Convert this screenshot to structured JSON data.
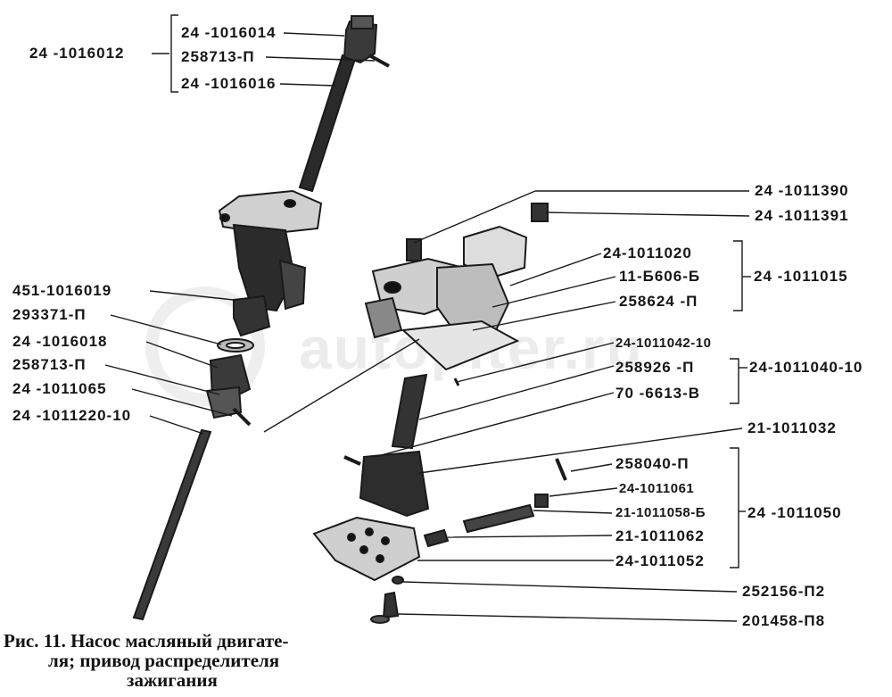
{
  "watermark": "autopiter.ru",
  "caption": {
    "line1": "Рис. 11. Насос масляный двигате-",
    "line2": "ля; привод распределителя",
    "line3": "зажигания"
  },
  "labels": {
    "g1": "24 -1016012",
    "a1": "24 -1016014",
    "a2": "258713-П",
    "a3": "24 -1016016",
    "b1": "451-1016019",
    "b2": "293371-П",
    "b3": "24 -1016018",
    "b4": "258713-П",
    "b5": "24 -1011065",
    "b6": "24 -1011220-10",
    "c1": "24 -1011390",
    "c2": "24 -1011391",
    "d1": "24-1011020",
    "d2": "11-Б606-Б",
    "d3": "258624 -П",
    "g2": "24 -1011015",
    "e1": "24-1011042-10",
    "e2": "258926 -П",
    "e3": "70 -6613-В",
    "g3": "24-1011040-10",
    "f1": "21-1011032",
    "h1": "258040-П",
    "h2": "24-1011061",
    "h3": "21-1011058-Б",
    "h4": "21-1011062",
    "h5": "24-1011052",
    "g4": "24 -1011050",
    "i1": "252156-П2",
    "i2": "201458-П8"
  }
}
